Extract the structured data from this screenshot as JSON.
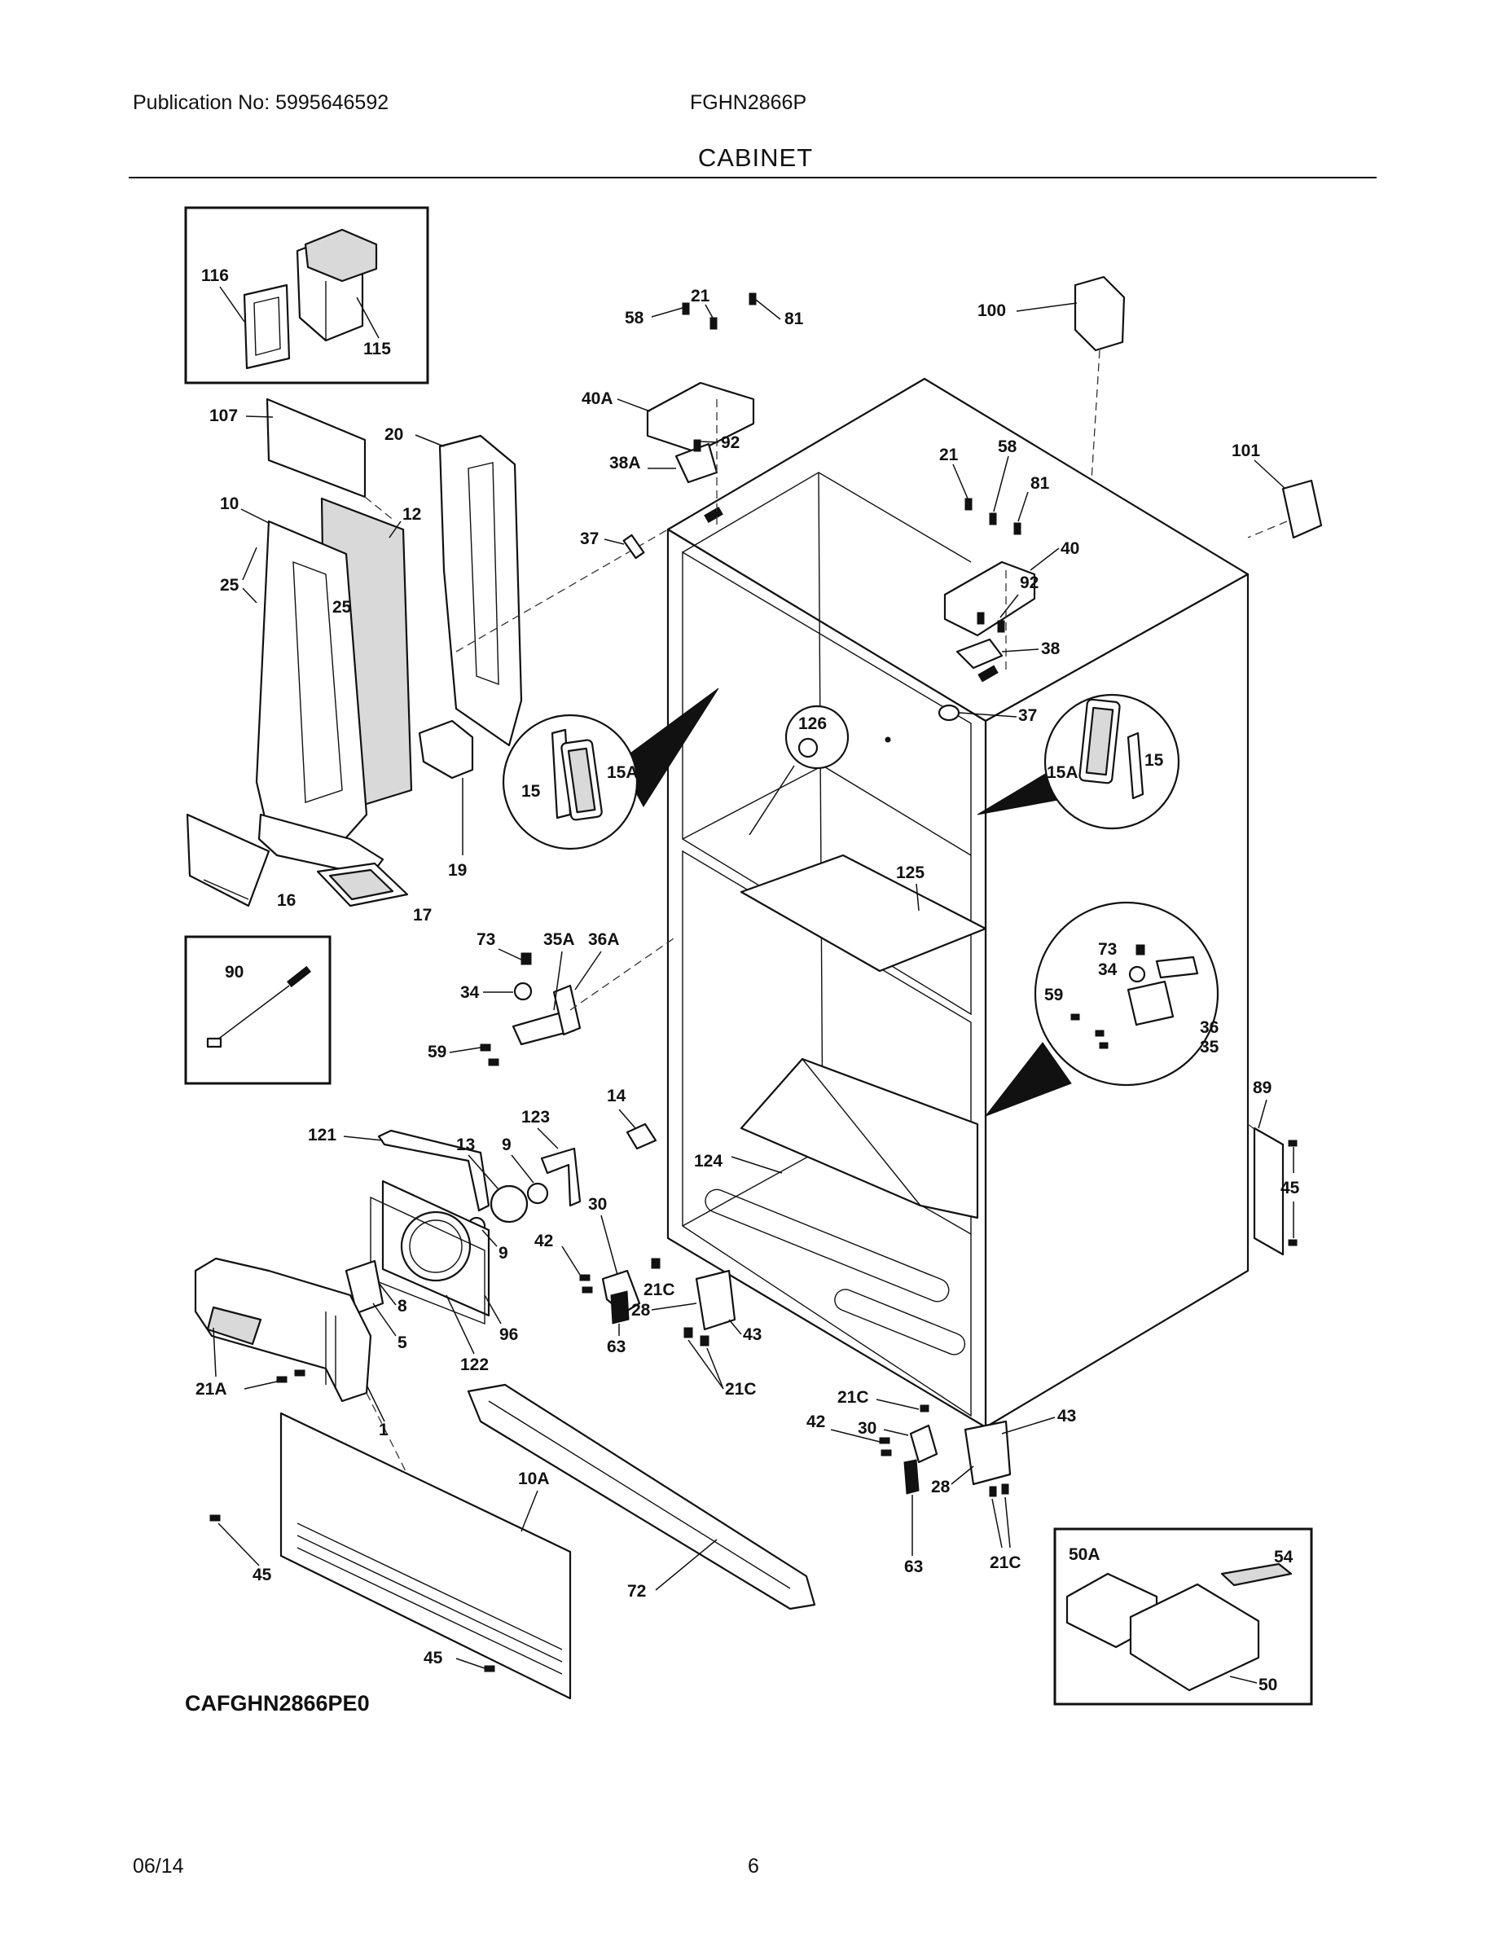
{
  "header": {
    "publication": "Publication No: 5995646592",
    "model": "FGHN2866P",
    "section_title": "CABINET"
  },
  "footer": {
    "date": "06/14",
    "page": "6"
  },
  "diagram": {
    "code": "CAFGHN2866PE0",
    "callouts": {
      "p116": "116",
      "p115": "115",
      "p107": "107",
      "p20": "20",
      "p10": "10",
      "p12": "12",
      "p25a": "25",
      "p25b": "25",
      "p19": "19",
      "p16": "16",
      "p17": "17",
      "p90": "90",
      "p58a": "58",
      "p21a": "21",
      "p81a": "81",
      "p40A": "40A",
      "p92a": "92",
      "p38A": "38A",
      "p37a": "37",
      "p100": "100",
      "p21b": "21",
      "p58b": "58",
      "p81b": "81",
      "p101": "101",
      "p40": "40",
      "p92b": "92",
      "p38": "38",
      "p37b": "37",
      "p126": "126",
      "p15L": "15",
      "p15AL": "15A",
      "p15AR": "15A",
      "p15R": "15",
      "p125": "125",
      "p73a": "73",
      "p35A": "35A",
      "p36A": "36A",
      "p34a": "34",
      "p59a": "59",
      "p73b": "73",
      "p34b": "34",
      "p59b": "59",
      "p36": "36",
      "p35": "35",
      "p14": "14",
      "p123": "123",
      "p121": "121",
      "p13": "13",
      "p9a": "9",
      "p124": "124",
      "p89": "89",
      "p45a": "45",
      "p30a": "30",
      "p42a": "42",
      "p9b": "9",
      "p21Ca": "21C",
      "p28a": "28",
      "p8": "8",
      "p96": "96",
      "p5": "5",
      "p63a": "63",
      "p43a": "43",
      "p122": "122",
      "p21A": "21A",
      "p21Cb": "21C",
      "p1": "1",
      "p21Cc": "21C",
      "p43b": "43",
      "p42b": "42",
      "p30b": "30",
      "p28b": "28",
      "p10A": "10A",
      "p45b": "45",
      "p72": "72",
      "p63b": "63",
      "p21Cd": "21C",
      "p50A": "50A",
      "p54": "54",
      "p50": "50",
      "p45c": "45"
    }
  }
}
